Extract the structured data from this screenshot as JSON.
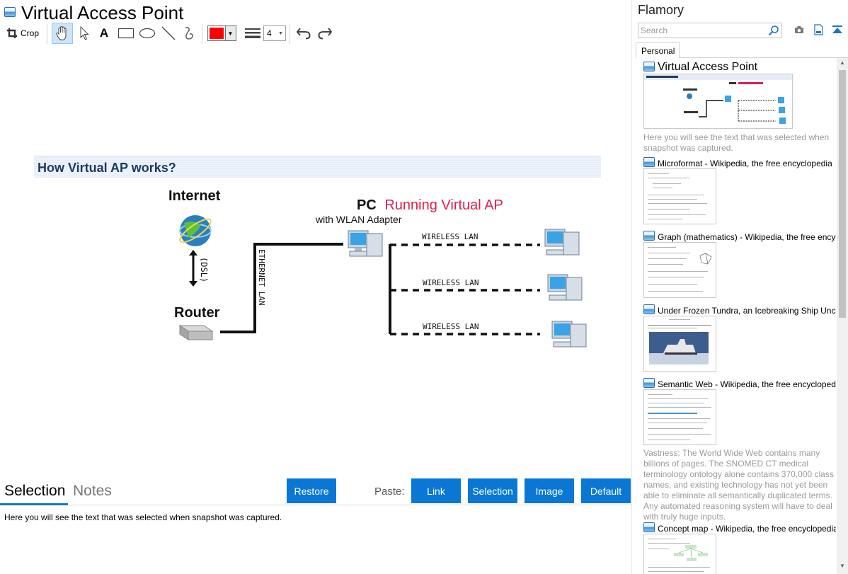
{
  "document": {
    "title": "Virtual Access Point"
  },
  "toolbar": {
    "crop_label": "Crop",
    "text_tool": "A",
    "color": "#ff0000",
    "line_width": "4"
  },
  "snapshot": {
    "heading": "How Virtual AP works?",
    "diagram": {
      "internet": "Internet",
      "router": "Router",
      "dsl": "(DSL)",
      "ethernet": "ETHERNET LAN",
      "pc_label": "PC",
      "pc_running": "Running Virtual AP",
      "adapter": "with WLAN Adapter",
      "wireless": [
        "WIRELESS LAN",
        "WIRELESS LAN",
        "WIRELESS LAN"
      ]
    }
  },
  "bottom": {
    "tabs": [
      "Selection",
      "Notes"
    ],
    "restore": "Restore",
    "paste_label": "Paste:",
    "paste_buttons": [
      "Link",
      "Selection",
      "Image",
      "Default"
    ],
    "selection_text": "Here you will see the text that was selected when snapshot was captured."
  },
  "sidebar": {
    "app_name": "Flamory",
    "search_placeholder": "Search",
    "tab": "Personal",
    "items": [
      {
        "title": "Virtual Access Point",
        "description": "Here you will see the text that was selected when snapshot was captured."
      },
      {
        "title": "Microformat - Wikipedia, the free encyclopedia"
      },
      {
        "title": "Graph (mathematics) - Wikipedia, the free encyclopedia"
      },
      {
        "title": "Under Frozen Tundra, an Icebreaking Ship Uncovers"
      },
      {
        "title": "Semantic Web - Wikipedia, the free encyclopedia",
        "description": "Vastness: The World Wide Web contains many billions of pages. The SNOMED CT medical terminology ontology alone contains 370,000 class names, and existing technology has not yet been able to eliminate all semantically duplicated terms. Any automated reasoning system will have to deal with truly huge inputs."
      },
      {
        "title": "Concept map - Wikipedia, the free encyclopedia"
      }
    ]
  },
  "colors": {
    "accent": "#0a77d5",
    "heading_text": "#1f3a60",
    "pc_running_text": "#e0204b"
  }
}
